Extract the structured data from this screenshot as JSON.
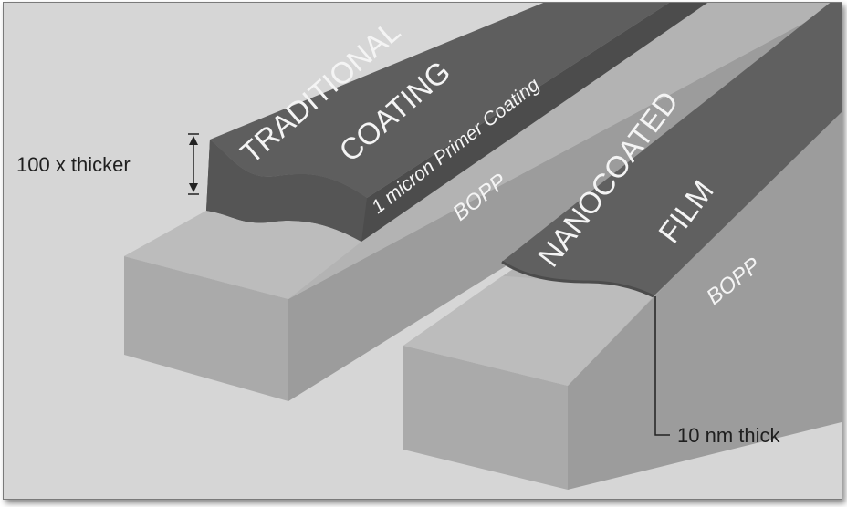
{
  "diagram": {
    "left_strip": {
      "coating_title_line1": "TRADITIONAL",
      "coating_title_line2": "COATING",
      "coating_side_label": "1 micron Primer Coating",
      "substrate_label": "BOPP",
      "thickness_callout": "100 x thicker"
    },
    "right_strip": {
      "coating_title_line1": "NANOCOATED",
      "coating_title_line2": "FILM",
      "substrate_label": "BOPP",
      "thickness_callout": "10 nm thick"
    },
    "colors": {
      "background": "#d6d6d6",
      "coating_dark": "#5f5f5f",
      "coating_side": "#4d4d4d",
      "substrate_top": "#b2b2b2",
      "substrate_front": "#aaaaaa",
      "substrate_side": "#9a9a9a",
      "label_white": "#f4f4f4",
      "label_dark": "#1f1f1f"
    }
  }
}
